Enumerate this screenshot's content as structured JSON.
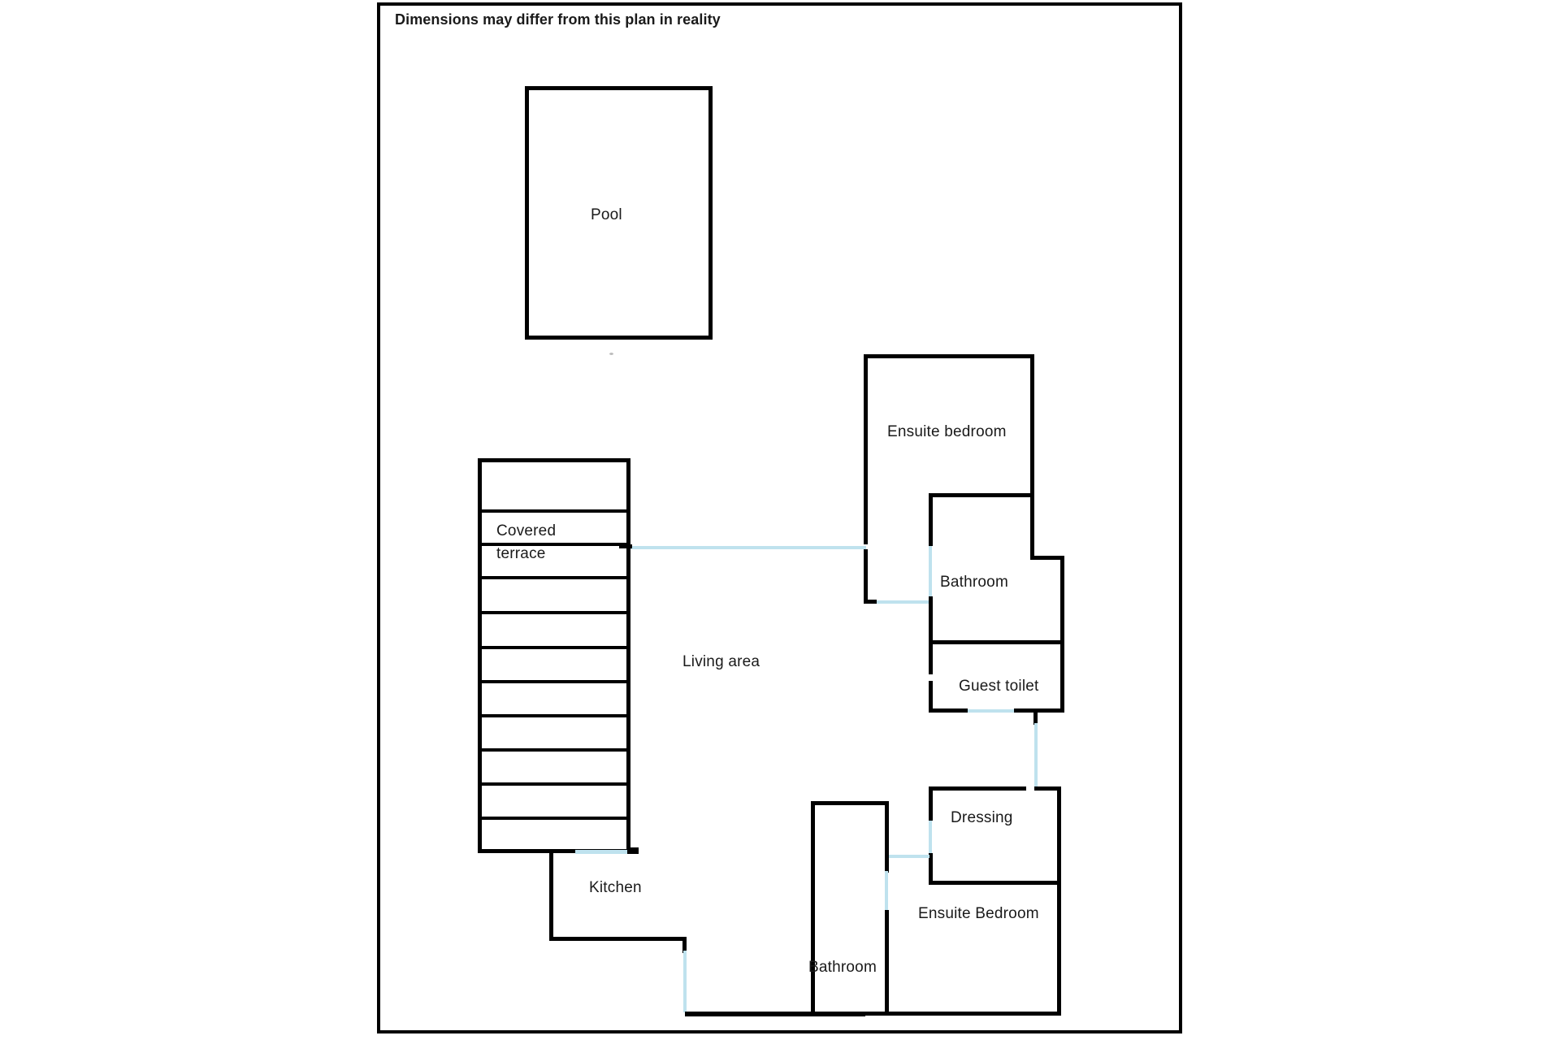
{
  "page": {
    "background": "#ffffff",
    "wall_color": "#000000",
    "door_color": "#bfe2ee",
    "note": "Dimensions may differ from this plan in reality"
  },
  "frame": {
    "border_color": "#000000"
  },
  "rooms": [
    {
      "id": "pool",
      "label": "Pool"
    },
    {
      "id": "covered-terrace",
      "label": "Covered terrace",
      "line1": "Covered",
      "line2": "terrace"
    },
    {
      "id": "living-area",
      "label": "Living area"
    },
    {
      "id": "kitchen",
      "label": "Kitchen"
    },
    {
      "id": "ensuite-bedroom-top",
      "label": "Ensuite bedroom"
    },
    {
      "id": "bathroom-top",
      "label": "Bathroom"
    },
    {
      "id": "guest-toilet",
      "label": "Guest toilet"
    },
    {
      "id": "dressing",
      "label": "Dressing"
    },
    {
      "id": "ensuite-bedroom-bottom",
      "label": "Ensuite Bedroom"
    },
    {
      "id": "bathroom-bottom",
      "label": "Bathroom"
    }
  ]
}
